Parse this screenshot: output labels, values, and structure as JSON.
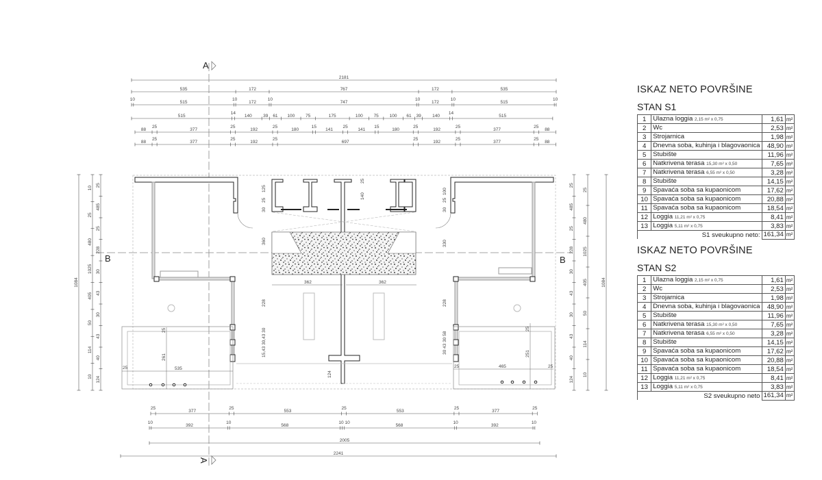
{
  "drawing": {
    "section_marks": {
      "a_top": "A",
      "a_bottom": "A",
      "b_left": "B",
      "b_right": "B"
    },
    "top_dimensions": [
      [
        2181
      ],
      [
        535,
        172,
        767,
        172,
        535
      ],
      [
        10,
        515,
        10,
        172,
        10,
        747,
        10,
        172,
        10,
        515,
        10
      ],
      [
        515,
        14,
        140,
        39,
        61,
        100,
        75,
        175,
        100,
        75,
        100,
        61,
        39,
        140,
        14,
        515
      ],
      [
        88,
        25,
        377,
        25,
        192,
        25,
        180,
        15,
        141,
        25,
        141,
        15,
        180,
        25,
        192,
        25,
        377,
        25,
        88
      ],
      [
        88,
        25,
        377,
        25,
        192,
        25,
        697,
        25,
        192,
        25,
        377,
        25,
        88
      ]
    ],
    "bottom_dimensions": [
      [
        25,
        377,
        25,
        553,
        25,
        553,
        25,
        377,
        25
      ],
      [
        10,
        392,
        10,
        568,
        10,
        10,
        568,
        10,
        392,
        10
      ],
      [
        2005
      ],
      [
        2241
      ]
    ],
    "left_dimensions": {
      "outer": [
        "1084"
      ],
      "middle": [
        "10",
        "25",
        "480",
        "1025",
        "405",
        "50",
        "114",
        "10"
      ],
      "inner": [
        "25",
        "485",
        "25",
        "228",
        "30",
        "43",
        "30",
        "43",
        "40",
        "124"
      ]
    },
    "right_dimensions": {
      "outer": [
        "1084"
      ],
      "middle": [
        "25",
        "480",
        "1025",
        "405",
        "50",
        "114",
        "10"
      ],
      "inner": [
        "25",
        "485",
        "25",
        "228",
        "30",
        "43",
        "30",
        "43",
        "40",
        "124"
      ]
    },
    "inner_labels": {
      "stair_left_width": "362",
      "stair_right_width": "362",
      "stair_left_depth": "360",
      "stair_right_depth": "330",
      "left_v1": "125",
      "left_v2": "25",
      "left_v3": "30",
      "left_v4": "228",
      "left_v5": "15,43 30,43 30",
      "right_v1": "100",
      "right_v2": "25",
      "right_v3": "30",
      "right_v4": "228",
      "right_v5": "30 43 30 58",
      "center_v": "140",
      "center_v2": "25",
      "spine_bottom": "124",
      "terrace_left_width": "535",
      "terrace_left_depth": "261",
      "terrace_left_edge": "25",
      "terrace_left_top": "25",
      "terrace_right_width": "465",
      "terrace_right_depth": "251",
      "terrace_right_edge_l": "25",
      "terrace_right_edge_r": "25",
      "terrace_right_top": "25"
    }
  },
  "tables": [
    {
      "title": "ISKAZ NETO POVRŠINE",
      "subtitle": "STAN S1",
      "rows": [
        {
          "n": "1",
          "name": "Ulazna loggia",
          "detail": "2,15 m² x 0,75",
          "value": "1,61",
          "unit": "m²"
        },
        {
          "n": "2",
          "name": "Wc",
          "detail": "",
          "value": "2,53",
          "unit": "m²"
        },
        {
          "n": "3",
          "name": "Strojarnica",
          "detail": "",
          "value": "1,98",
          "unit": "m²"
        },
        {
          "n": "4",
          "name": "Dnevna soba, kuhinja i blagovaonica",
          "detail": "",
          "value": "48,90",
          "unit": "m²"
        },
        {
          "n": "5",
          "name": "Stubište",
          "detail": "",
          "value": "11,96",
          "unit": "m²"
        },
        {
          "n": "6",
          "name": "Natkrivena terasa",
          "detail": "15,30 m² x 0,50",
          "value": "7,65",
          "unit": "m²"
        },
        {
          "n": "7",
          "name": "Natkrivena terasa",
          "detail": "6,55 m² x 0,50",
          "value": "3,28",
          "unit": "m²"
        },
        {
          "n": "8",
          "name": "Stubište",
          "detail": "",
          "value": "14,15",
          "unit": "m²"
        },
        {
          "n": "9",
          "name": "Spavaća soba sa kupaonicom",
          "detail": "",
          "value": "17,62",
          "unit": "m²"
        },
        {
          "n": "10",
          "name": "Spavaća soba sa kupaonicom",
          "detail": "",
          "value": "20,88",
          "unit": "m²"
        },
        {
          "n": "11",
          "name": "Spavaća soba sa kupaonicom",
          "detail": "",
          "value": "18,54",
          "unit": "m²"
        },
        {
          "n": "12",
          "name": "Loggia",
          "detail": "11,21 m² x 0,75",
          "value": "8,41",
          "unit": "m²"
        },
        {
          "n": "13",
          "name": "Loggia",
          "detail": "5,11 m² x 0,75",
          "value": "3,83",
          "unit": "m²"
        }
      ],
      "total_label": "S1 sveukupno neto:",
      "total_value": "161,34",
      "total_unit": "m²"
    },
    {
      "title": "ISKAZ NETO POVRŠINE",
      "subtitle": "STAN S2",
      "rows": [
        {
          "n": "1",
          "name": "Ulazna loggia",
          "detail": "2,15 m² x 0,75",
          "value": "1,61",
          "unit": "m²"
        },
        {
          "n": "2",
          "name": "Wc",
          "detail": "",
          "value": "2,53",
          "unit": "m²"
        },
        {
          "n": "3",
          "name": "Strojarnica",
          "detail": "",
          "value": "1,98",
          "unit": "m²"
        },
        {
          "n": "4",
          "name": "Dnevna soba, kuhinja i blagovaonica",
          "detail": "",
          "value": "48,90",
          "unit": "m²"
        },
        {
          "n": "5",
          "name": "Stubište",
          "detail": "",
          "value": "11,96",
          "unit": "m²"
        },
        {
          "n": "6",
          "name": "Natkrivena terasa",
          "detail": "15,30 m² x 0,50",
          "value": "7,65",
          "unit": "m²"
        },
        {
          "n": "7",
          "name": "Natkrivena terasa",
          "detail": "6,55 m² x 0,50",
          "value": "3,28",
          "unit": "m²"
        },
        {
          "n": "8",
          "name": "Stubište",
          "detail": "",
          "value": "14,15",
          "unit": "m²"
        },
        {
          "n": "9",
          "name": "Spavaća soba sa kupaonicom",
          "detail": "",
          "value": "17,62",
          "unit": "m²"
        },
        {
          "n": "10",
          "name": "Spavaća soba sa kupaonicom",
          "detail": "",
          "value": "20,88",
          "unit": "m²"
        },
        {
          "n": "11",
          "name": "Spavaća soba sa kupaonicom",
          "detail": "",
          "value": "18,54",
          "unit": "m²"
        },
        {
          "n": "12",
          "name": "Loggia",
          "detail": "11,21 m² x 0,75",
          "value": "8,41",
          "unit": "m²"
        },
        {
          "n": "13",
          "name": "Loggia",
          "detail": "5,11 m² x 0,75",
          "value": "3,83",
          "unit": "m²"
        }
      ],
      "total_label": "S2 sveukupno neto",
      "total_value": "161,34",
      "total_unit": "m²"
    }
  ]
}
